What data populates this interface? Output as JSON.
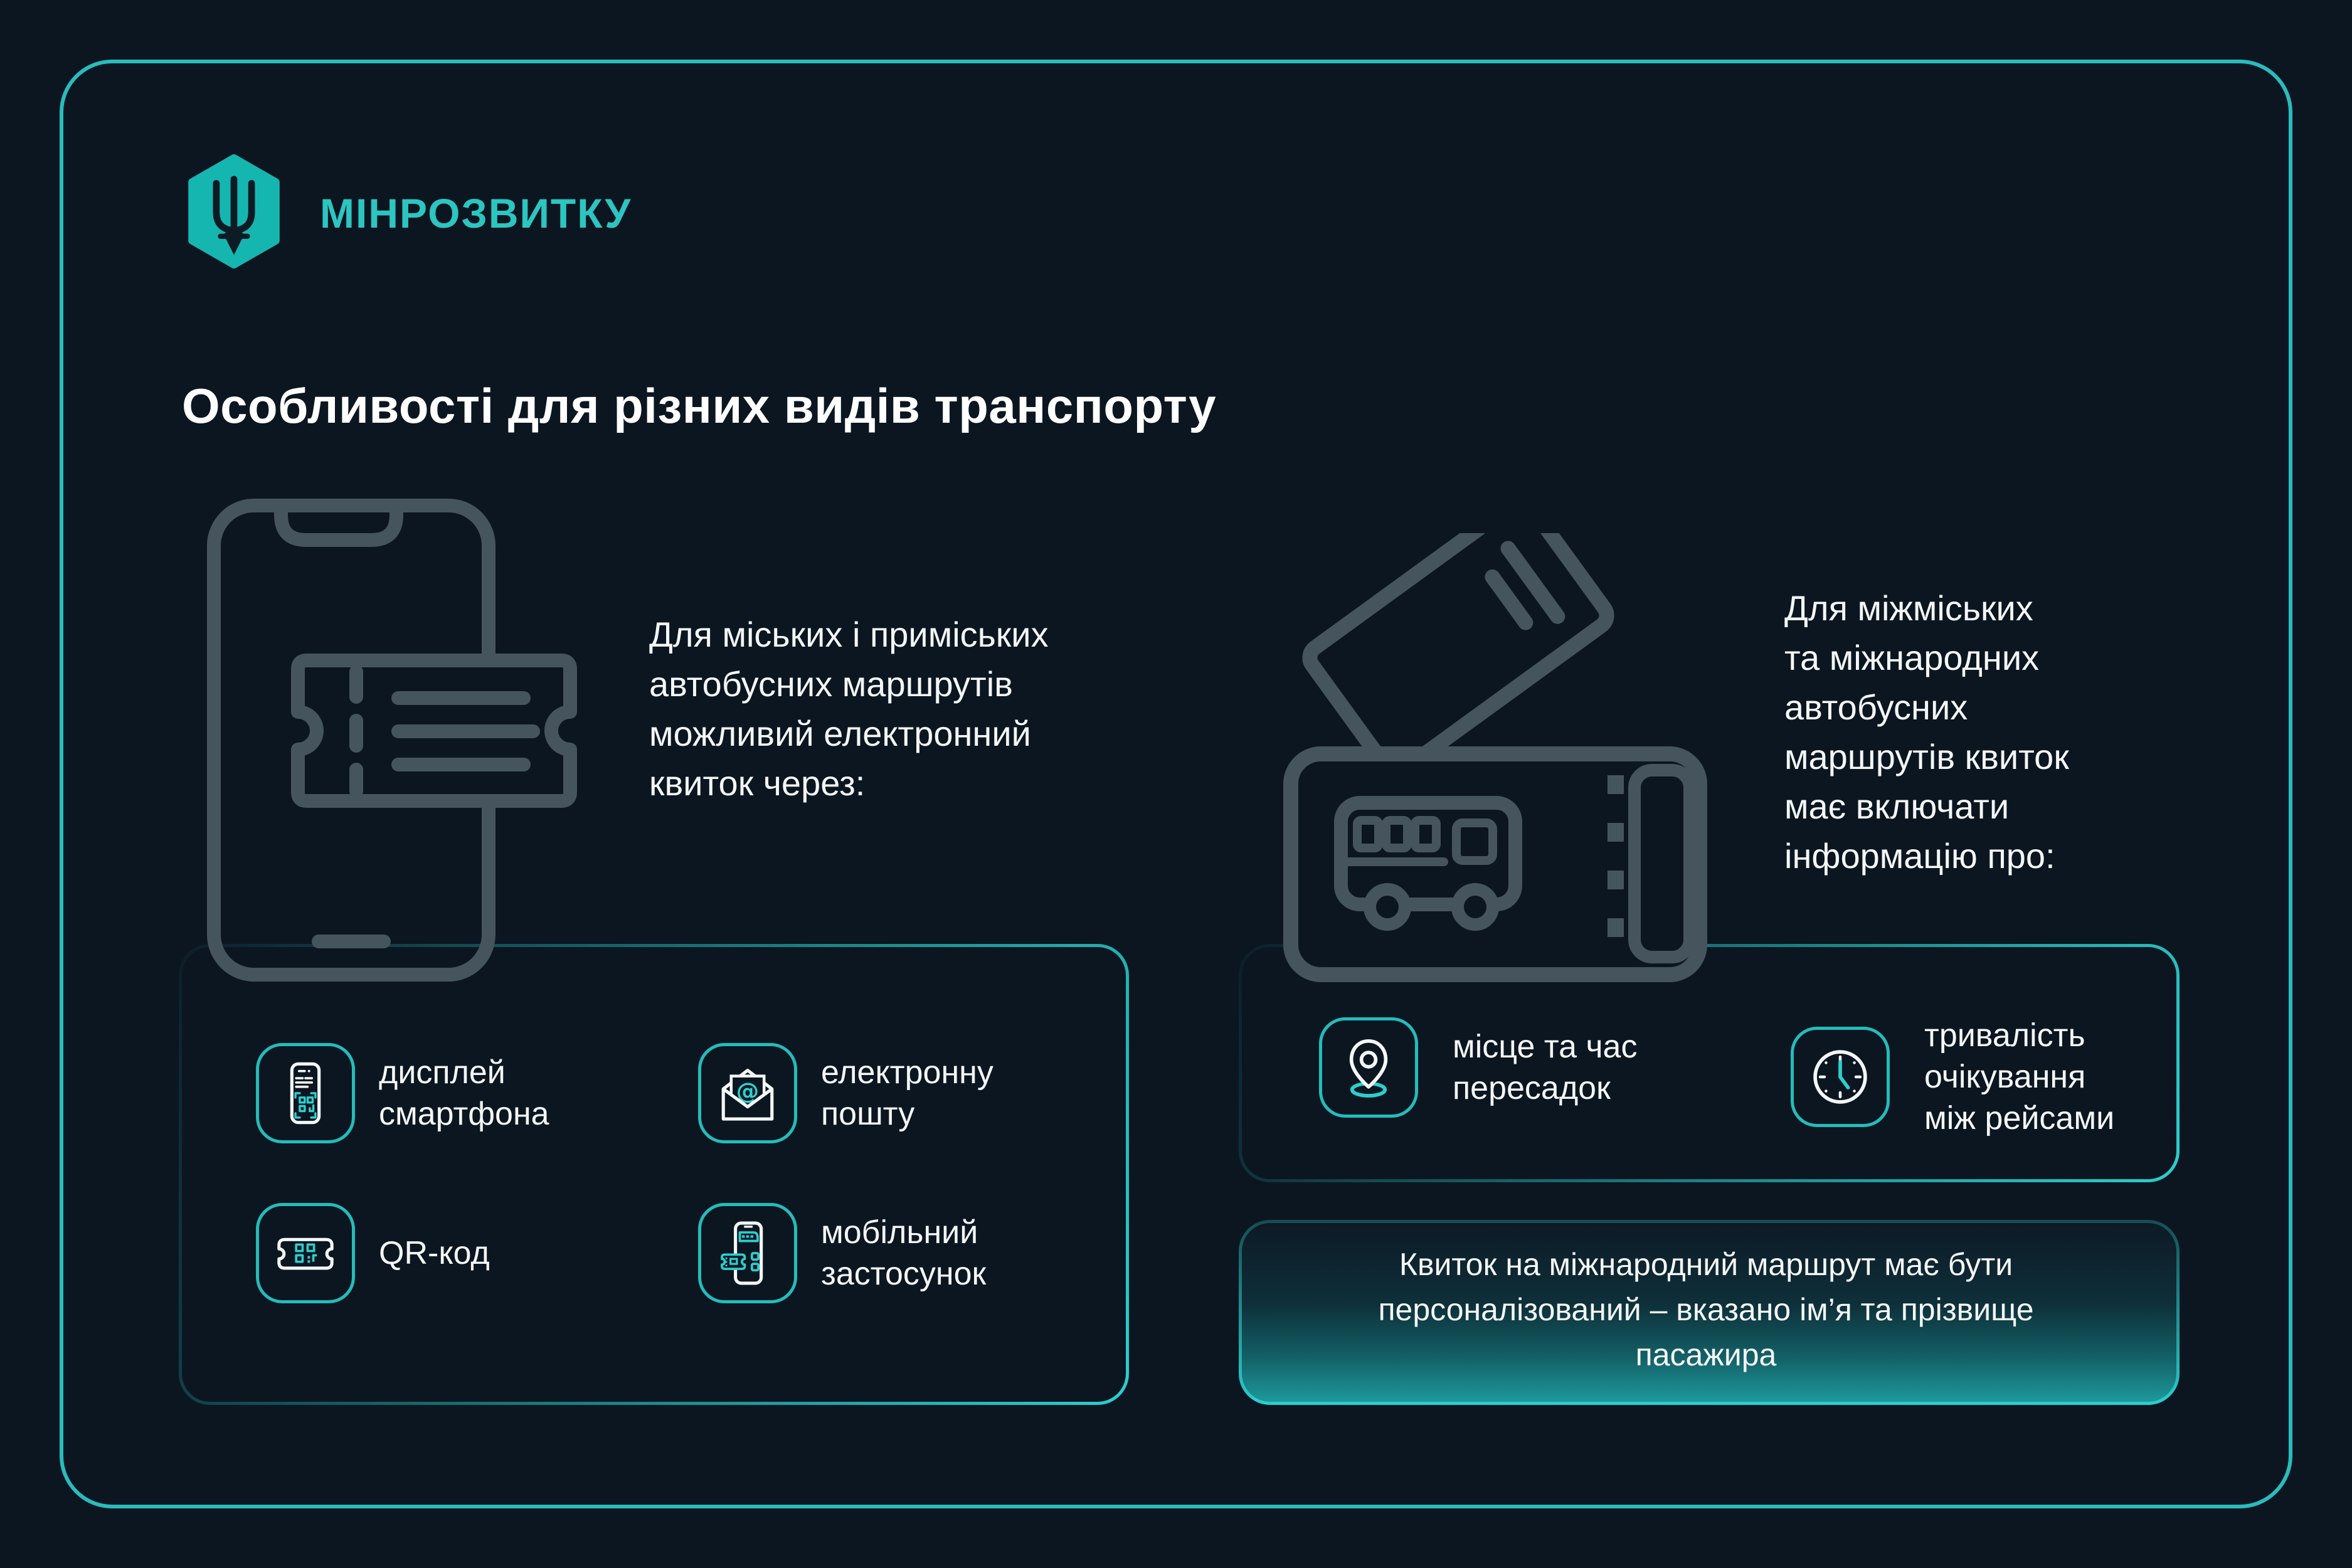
{
  "colors": {
    "background": "#0C1621",
    "accent_border": "#29BCBD",
    "accent_bright": "#2BD0CE",
    "logo_teal": "#16B6B0",
    "brand_text": "#2CC5C0",
    "artwork_gray": "#46545E",
    "text_white": "#F4F7F8"
  },
  "header": {
    "logo_icon": "trident-hexagon-icon",
    "brand": "МІНРОЗВИТКУ"
  },
  "title": "Особливості для різних видів транспорту",
  "left_section": {
    "artwork_icon": "smartphone-with-ticket-icon",
    "intro": "Для міських і приміських\nавтобусних маршрутів\nможливий електронний\nквиток через:",
    "features": [
      {
        "icon": "smartphone-display-icon",
        "label": "дисплей\nсмартфона"
      },
      {
        "icon": "email-icon",
        "label": "електронну\nпошту"
      },
      {
        "icon": "qr-ticket-icon",
        "label": "QR-код"
      },
      {
        "icon": "mobile-app-icon",
        "label": "мобільний\nзастосунок"
      }
    ]
  },
  "right_section": {
    "artwork_icon": "bus-tickets-icon",
    "intro": "Для міжміських\nта міжнародних\nавтобусних\nмаршрутів квиток\nмає включати\nінформацію про:",
    "items": [
      {
        "icon": "location-pin-icon",
        "label": "місце та час\nпересадок"
      },
      {
        "icon": "clock-icon",
        "label": "тривалість\nочікування\nміж рейсами"
      }
    ],
    "note": "Квиток на міжнародний маршрут має бути\nперсоналізований – вказано ім’я та прізвище\nпасажира"
  }
}
